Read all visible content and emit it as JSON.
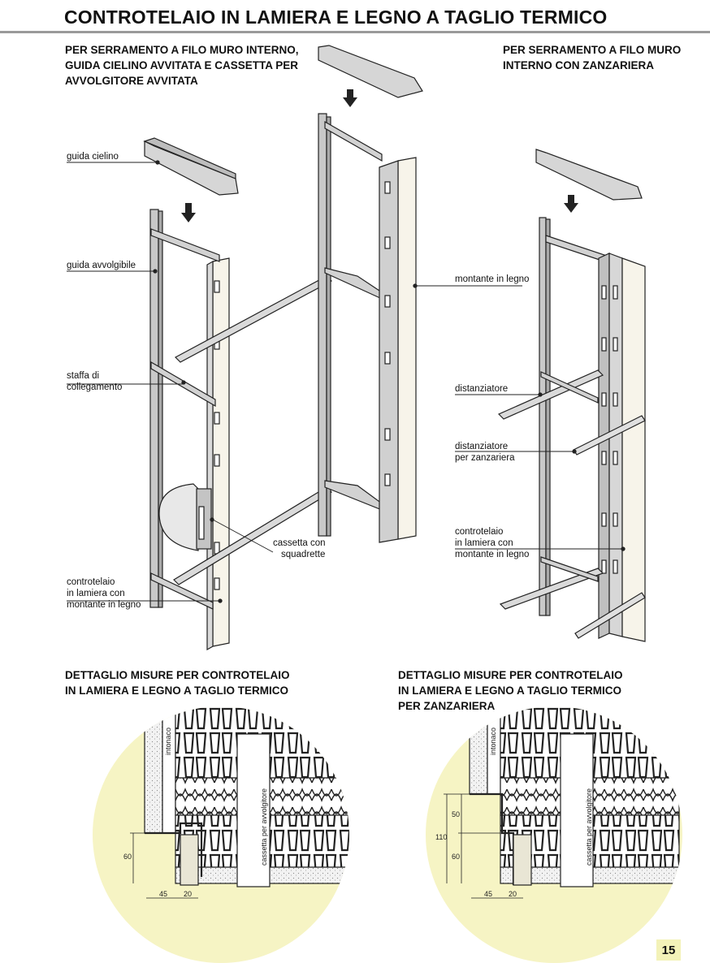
{
  "title": "CONTROTELAIO IN LAMIERA E LEGNO A TAGLIO TERMICO",
  "left_section": {
    "heading": [
      "PER SERRAMENTO A FILO MURO INTERNO,",
      "GUIDA CIELINO AVVITATA E CASSETTA PER",
      "AVVOLGITORE AVVITATA"
    ],
    "labels": {
      "guida_cielino": "guida cielino",
      "guida_avvolgibile": "guida avvolgibile",
      "staffa": [
        "staffa di",
        "collegamento"
      ],
      "cassetta": [
        "cassetta con",
        "squadrette"
      ],
      "controtelaio": [
        "controtelaio",
        "in lamiera con",
        "montante in legno"
      ],
      "montante": "montante in legno"
    }
  },
  "right_section": {
    "heading": [
      "PER SERRAMENTO A FILO MURO",
      "INTERNO CON ZANZARIERA"
    ],
    "labels": {
      "distanziatore": "distanziatore",
      "distanziatore_zanzariera": [
        "distanziatore",
        "per zanzariera"
      ],
      "controtelaio": [
        "controtelaio",
        "in lamiera con",
        "montante in legno"
      ]
    }
  },
  "detail_left": {
    "heading": [
      "DETTAGLIO MISURE PER CONTROTELAIO",
      "IN LAMIERA E LEGNO A TAGLIO TERMICO"
    ],
    "intonaco": "intonaco",
    "cassetta_label": "cassetta per avvolgitore",
    "dims": {
      "height": "60",
      "w1": "45",
      "w2": "20"
    }
  },
  "detail_right": {
    "heading": [
      "DETTAGLIO MISURE PER CONTROTELAIO",
      "IN LAMIERA E LEGNO A TAGLIO TERMICO",
      "PER ZANZARIERA"
    ],
    "intonaco": "intonaco",
    "cassetta_label": "cassetta per avvolgitore",
    "dims": {
      "top": "50",
      "total": "110",
      "bottom": "60",
      "w1": "45",
      "w2": "20"
    }
  },
  "page_number": "15",
  "colors": {
    "circle": "#f6f4c4",
    "metal": "#c9c9c9",
    "wood": "#f7f4ea",
    "rule": "#9a9a9a"
  }
}
